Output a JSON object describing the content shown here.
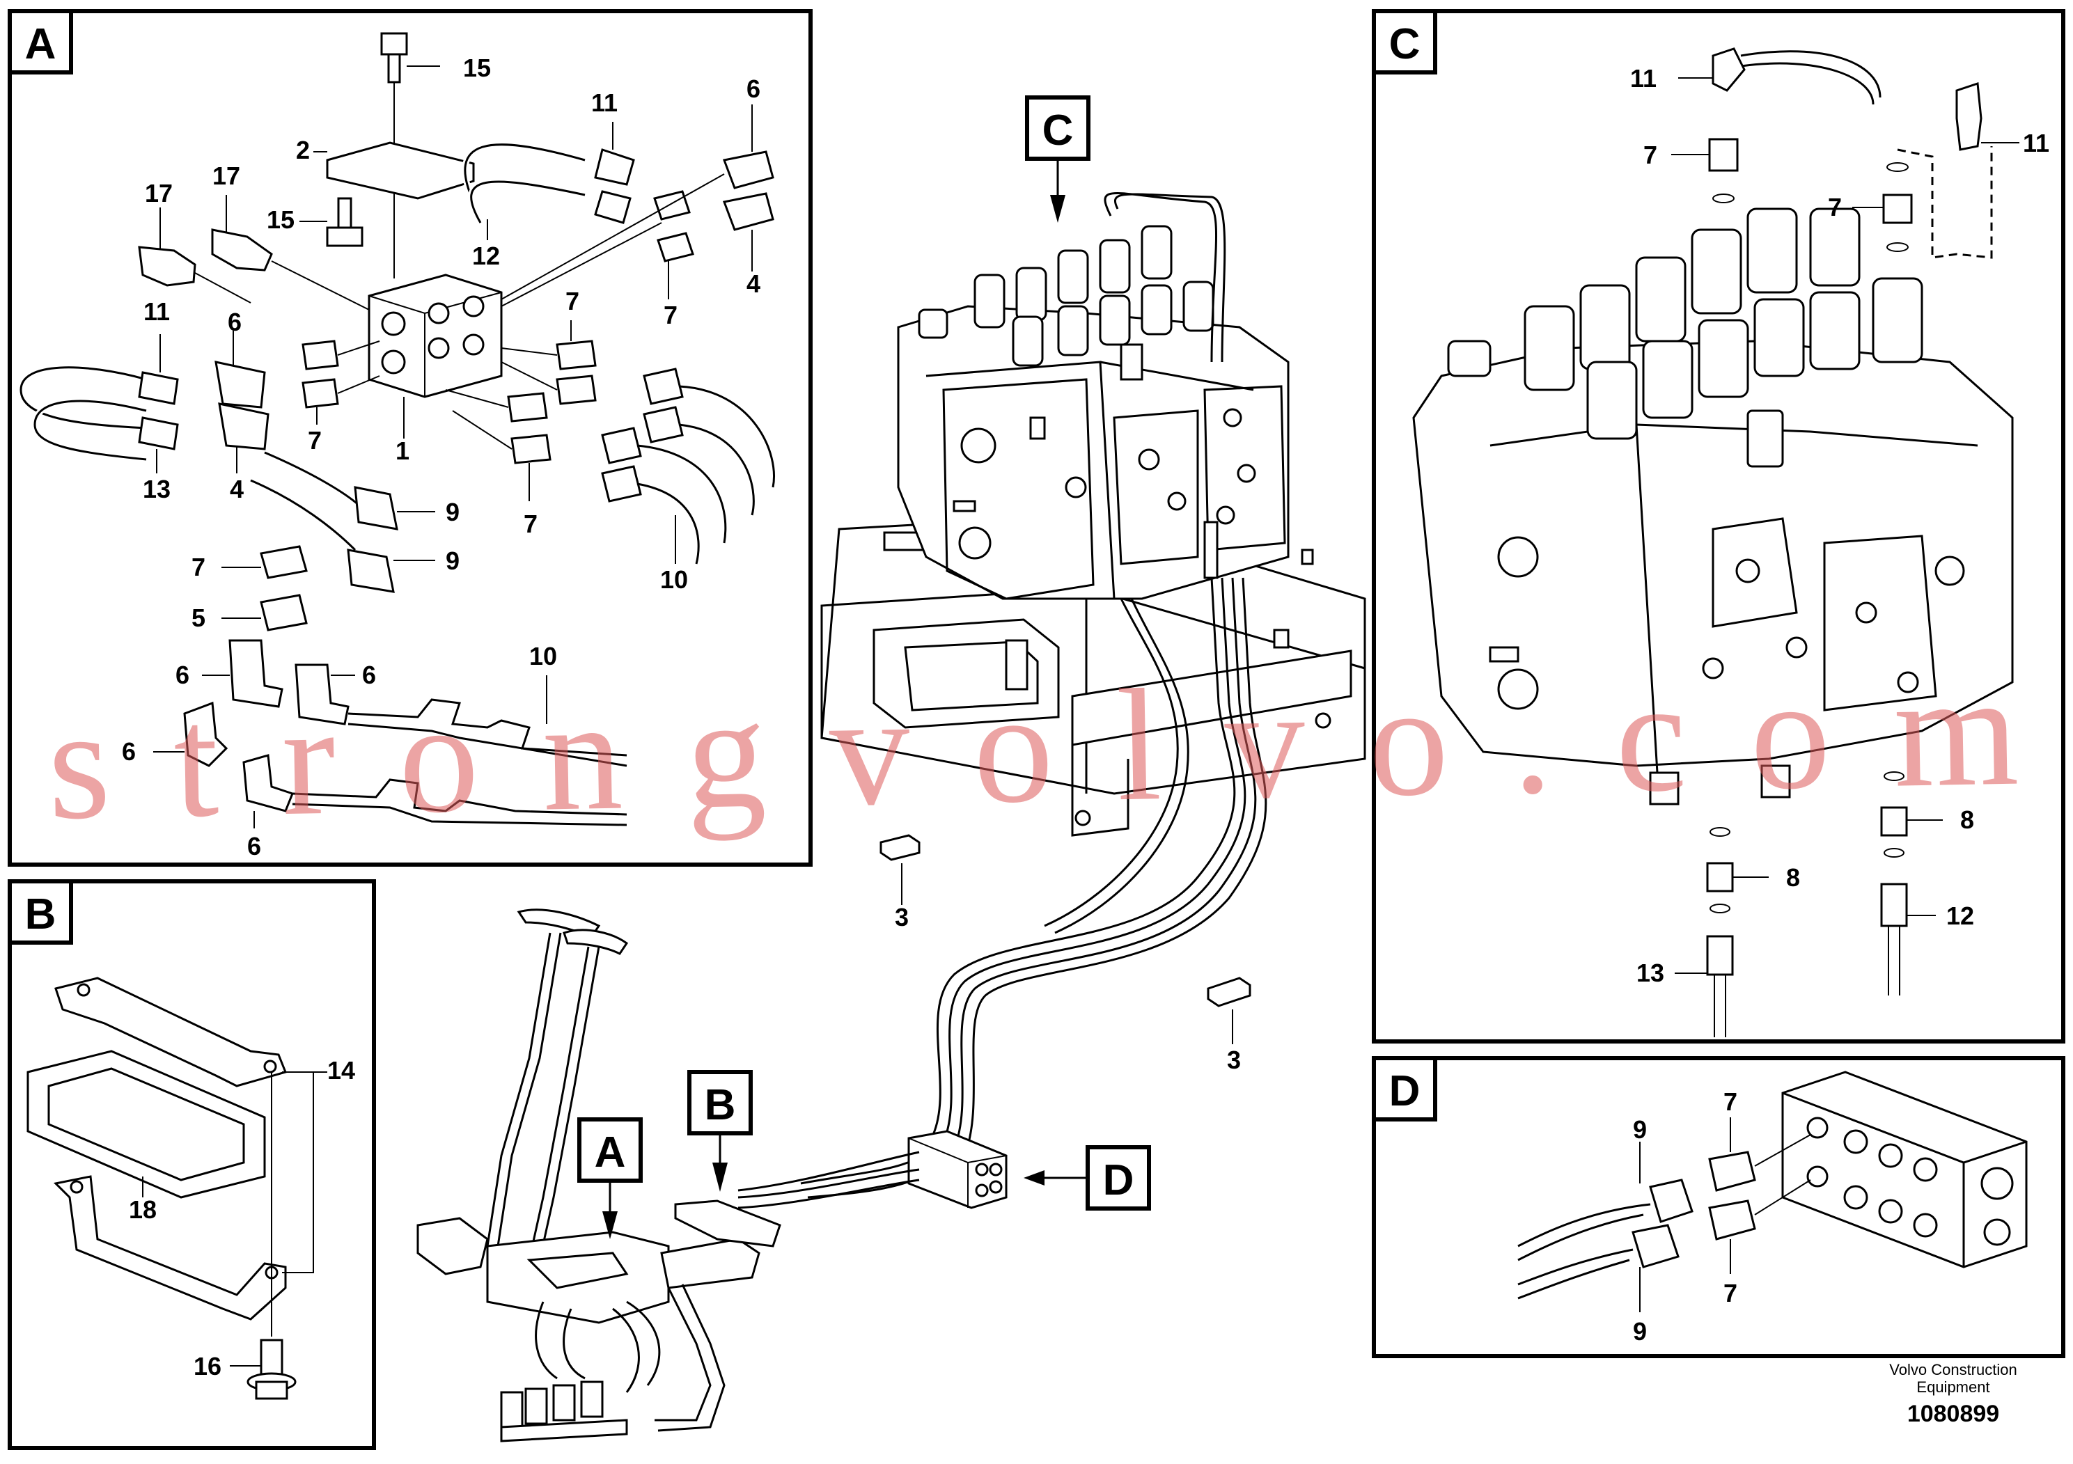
{
  "panels": {
    "A": {
      "tag": "A"
    },
    "B": {
      "tag": "B"
    },
    "C": {
      "tag": "C"
    },
    "D": {
      "tag": "D"
    }
  },
  "callouts_main": {
    "A": "A",
    "B": "B",
    "C": "C",
    "D": "D",
    "clip1": "3",
    "clip2": "3"
  },
  "panel_a_labels": {
    "p15a": "15",
    "p2": "2",
    "p17a": "17",
    "p17b": "17",
    "p15b": "15",
    "p11": "11",
    "p12": "12",
    "p6a": "6",
    "p4a": "4",
    "p7a": "7",
    "p11b": "11",
    "p6b": "6",
    "p7b": "7",
    "p13": "13",
    "p4b": "4",
    "p1": "1",
    "p7c": "7",
    "p7d": "7",
    "p10a": "10",
    "p9a": "9",
    "p9b": "9",
    "p7e": "7",
    "p5": "5",
    "p6c": "6",
    "p6d": "6",
    "p10b": "10",
    "p6e": "6",
    "p6f": "6"
  },
  "panel_b_labels": {
    "p14": "14",
    "p18": "18",
    "p16": "16"
  },
  "panel_c_labels": {
    "p11a": "11",
    "p11b": "11",
    "p7a": "7",
    "p7b": "7",
    "p8a": "8",
    "p8b": "8",
    "p12": "12",
    "p13": "13"
  },
  "panel_d_labels": {
    "p9a": "9",
    "p9b": "9",
    "p7a": "7",
    "p7b": "7"
  },
  "watermark": "strongvolvo.com",
  "footer": {
    "line1": "Volvo Construction",
    "line2": "Equipment",
    "code": "1080899"
  }
}
